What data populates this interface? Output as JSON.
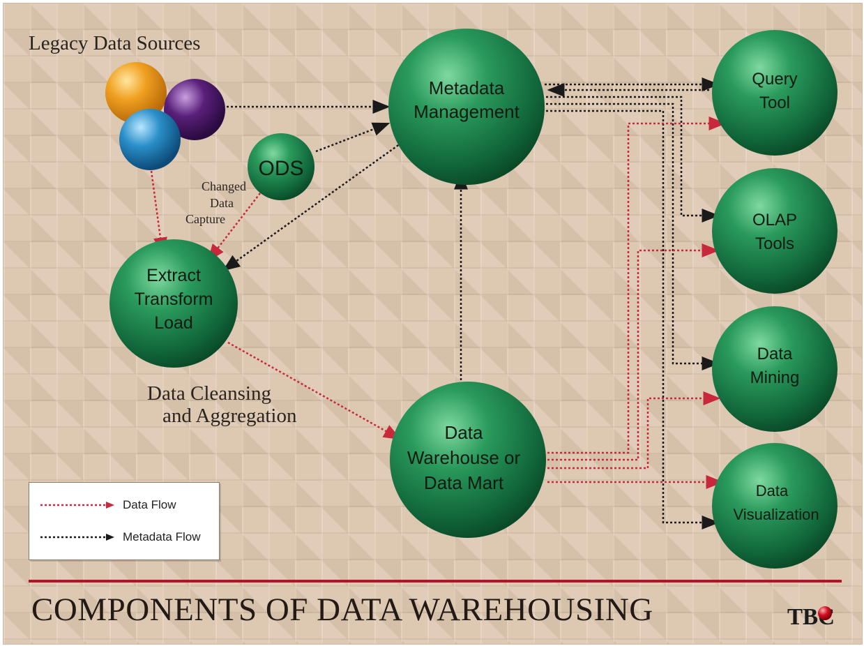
{
  "legacy_sources_label": "Legacy Data Sources",
  "nodes": {
    "metadata": [
      "Metadata",
      "Management"
    ],
    "ods": [
      "ODS"
    ],
    "etl": [
      "Extract",
      "Transform",
      "Load"
    ],
    "warehouse": [
      "Data",
      "Warehouse or",
      "Data Mart"
    ],
    "query": [
      "Query",
      "Tool"
    ],
    "olap": [
      "OLAP",
      "Tools"
    ],
    "mining": [
      "Data",
      "Mining"
    ],
    "visualization": [
      "Data",
      "Visualization"
    ]
  },
  "annotations": {
    "changed_data_capture": [
      "Changed",
      "Data",
      "Capture"
    ],
    "cleansing": [
      "Data Cleansing",
      "and Aggregation"
    ]
  },
  "legend": {
    "data_flow": "Data Flow",
    "metadata_flow": "Metadata Flow"
  },
  "colors": {
    "data_flow": "#c8283c",
    "metadata_flow": "#1a1a1a",
    "node_green": "#1f7a4c",
    "rule_red": "#b3142a",
    "sphere_orange": "#f0a020",
    "sphere_purple": "#5a1f7a",
    "sphere_blue": "#2a8fc8"
  },
  "title": "COMPONENTS OF DATA WAREHOUSING",
  "logo_text": "TBC"
}
